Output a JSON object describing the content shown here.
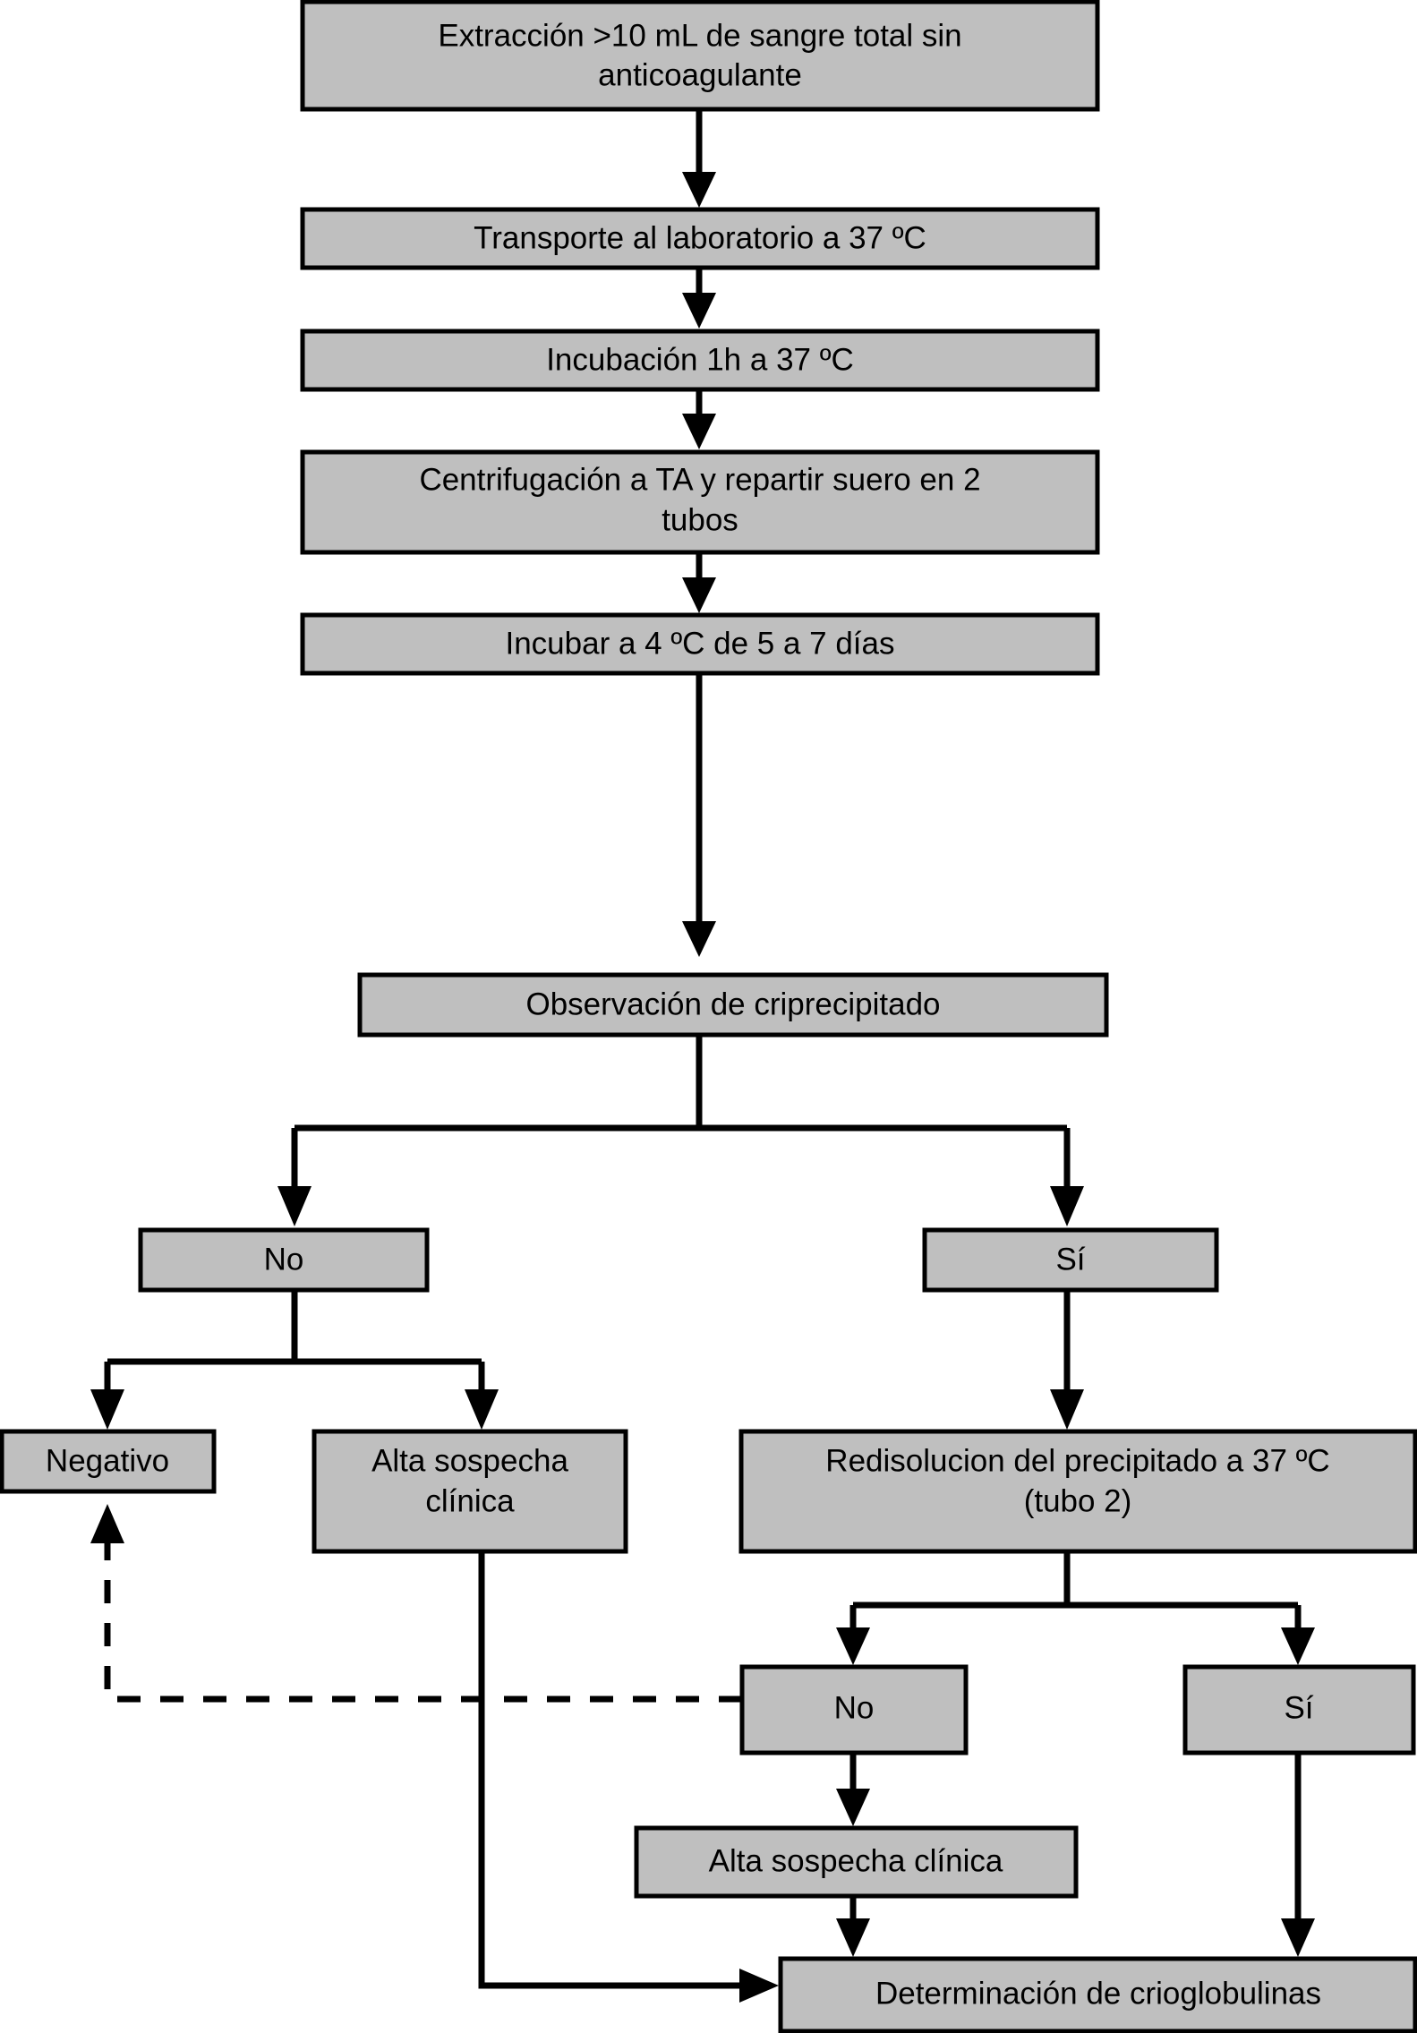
{
  "diagram": {
    "title": "Algoritmo de procesamiento de crioglobulinas",
    "language": "es",
    "colors": {
      "node_fill": "#bfbfbf",
      "node_stroke": "#000000",
      "edge_stroke": "#000000",
      "background": "#ffffff"
    },
    "nodes": [
      {
        "id": "n1",
        "label": "Extracción >10 mL de sangre total sin anticoagulante",
        "lines": [
          "Extracción >10 mL de sangre total sin",
          "anticoagulante"
        ]
      },
      {
        "id": "n2",
        "label": "Transporte al laboratorio a 37 ºC",
        "lines": [
          "Transporte al laboratorio a 37 ºC"
        ]
      },
      {
        "id": "n3",
        "label": "Incubación 1h a 37 ºC",
        "lines": [
          "Incubación 1h a 37 ºC"
        ]
      },
      {
        "id": "n4",
        "label": "Centrifugación a TA y repartir suero en 2 tubos",
        "lines": [
          "Centrifugación a TA y repartir suero en 2",
          "tubos"
        ]
      },
      {
        "id": "n5",
        "label": "Incubar a 4 ºC de 5 a 7 días",
        "lines": [
          "Incubar a 4 ºC de 5 a 7 días"
        ]
      },
      {
        "id": "n6",
        "label": "Observación de criprecipitado",
        "lines": [
          "Observación de criprecipitado"
        ]
      },
      {
        "id": "n7",
        "label": "No",
        "lines": [
          "No"
        ]
      },
      {
        "id": "n8",
        "label": "Sí",
        "lines": [
          "Sí"
        ]
      },
      {
        "id": "n9",
        "label": "Negativo",
        "lines": [
          "Negativo"
        ]
      },
      {
        "id": "n10",
        "label": "Alta sospecha clínica",
        "lines": [
          "Alta sospecha",
          "clínica"
        ]
      },
      {
        "id": "n11",
        "label": "Redisolucion del precipitado a 37 ºC (tubo 2)",
        "lines": [
          "Redisolucion del precipitado a 37 ºC",
          "(tubo 2)"
        ]
      },
      {
        "id": "n12",
        "label": "No",
        "lines": [
          "No"
        ]
      },
      {
        "id": "n13",
        "label": "Sí",
        "lines": [
          "Sí"
        ]
      },
      {
        "id": "n14",
        "label": "Alta sospecha clínica",
        "lines": [
          "Alta sospecha clínica"
        ]
      },
      {
        "id": "n15",
        "label": "Determinación de crioglobulinas",
        "lines": [
          "Determinación de crioglobulinas"
        ]
      }
    ],
    "edges": [
      {
        "from": "n1",
        "to": "n2",
        "style": "solid"
      },
      {
        "from": "n2",
        "to": "n3",
        "style": "solid"
      },
      {
        "from": "n3",
        "to": "n4",
        "style": "solid"
      },
      {
        "from": "n4",
        "to": "n5",
        "style": "solid"
      },
      {
        "from": "n5",
        "to": "n6",
        "style": "solid"
      },
      {
        "from": "n6",
        "to": "n7",
        "style": "solid"
      },
      {
        "from": "n6",
        "to": "n8",
        "style": "solid"
      },
      {
        "from": "n7",
        "to": "n9",
        "style": "solid"
      },
      {
        "from": "n7",
        "to": "n10",
        "style": "solid"
      },
      {
        "from": "n8",
        "to": "n11",
        "style": "solid"
      },
      {
        "from": "n11",
        "to": "n12",
        "style": "solid"
      },
      {
        "from": "n11",
        "to": "n13",
        "style": "solid"
      },
      {
        "from": "n12",
        "to": "n9",
        "style": "dashed"
      },
      {
        "from": "n12",
        "to": "n14",
        "style": "solid"
      },
      {
        "from": "n14",
        "to": "n15",
        "style": "solid"
      },
      {
        "from": "n13",
        "to": "n15",
        "style": "solid"
      },
      {
        "from": "n10",
        "to": "n15",
        "style": "solid"
      }
    ]
  }
}
